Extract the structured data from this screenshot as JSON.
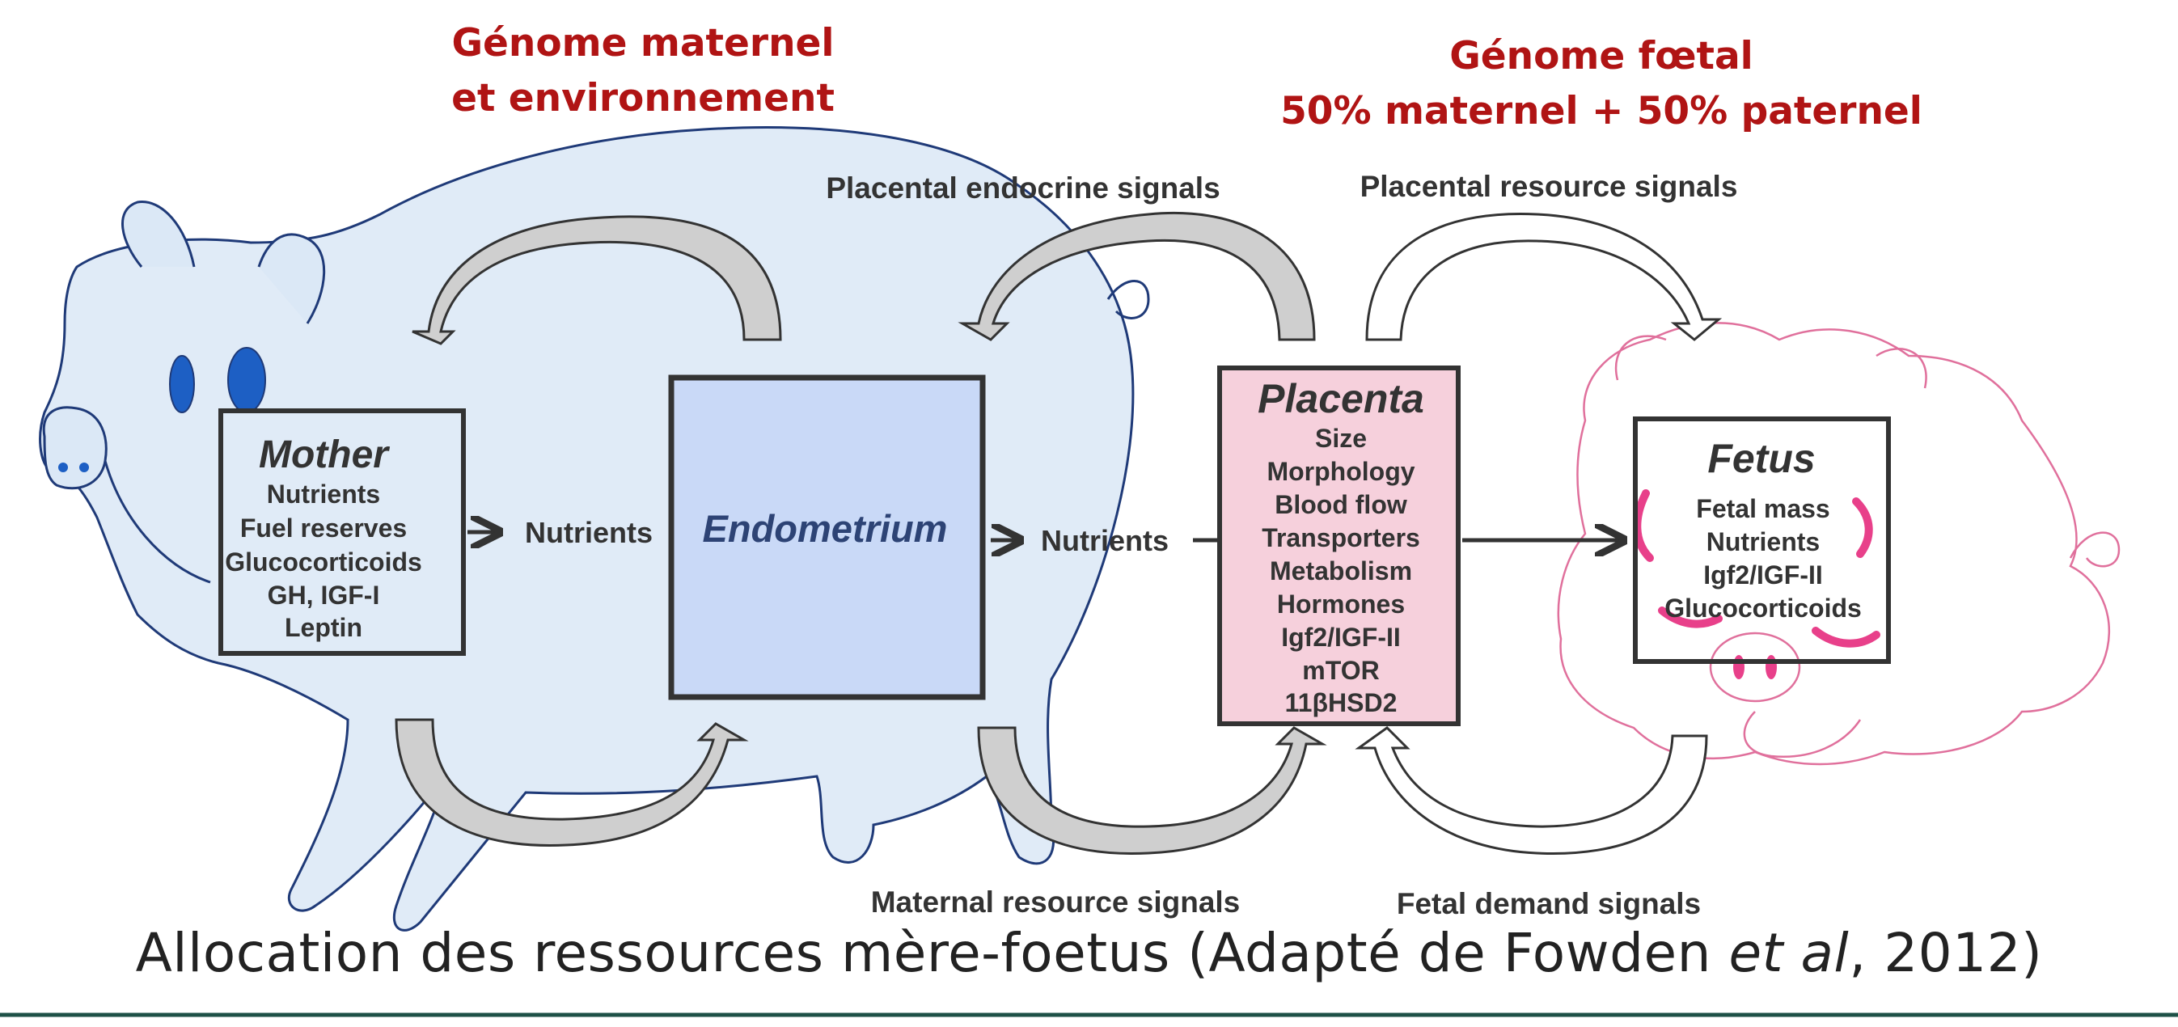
{
  "headings": {
    "maternal": [
      "Génome maternel",
      "et environnement"
    ],
    "fetal": [
      "Génome fœtal",
      "50% maternel + 50% paternel"
    ]
  },
  "signals": {
    "placental_endocrine": "Placental endocrine signals",
    "placental_resource": "Placental resource signals",
    "maternal_resource": "Maternal resource signals",
    "fetal_demand": "Fetal demand signals"
  },
  "boxes": {
    "mother": {
      "title": "Mother",
      "items": [
        "Nutrients",
        "Fuel reserves",
        "Glucocorticoids",
        "GH, IGF-I",
        "Leptin"
      ]
    },
    "endometrium": {
      "title": "Endometrium"
    },
    "placenta": {
      "title": "Placenta",
      "items": [
        "Size",
        "Morphology",
        "Blood flow",
        "Transporters",
        "Metabolism",
        "Hormones",
        "Igf2/IGF-II",
        "mTOR",
        "11βHSD2"
      ]
    },
    "fetus": {
      "title": "Fetus",
      "items": [
        "Fetal mass",
        "Nutrients",
        "Igf2/IGF-II",
        "Glucocorticoids"
      ]
    }
  },
  "flow_labels": {
    "nutrients_1": "Nutrients",
    "nutrients_2": "Nutrients"
  },
  "caption": {
    "before": "Allocation des ressources mère-foetus (Adapté de Fowden ",
    "italic": "et al",
    "after": ", 2012)"
  },
  "colors": {
    "heading_red": "#b01414",
    "mother_pig_fill": "#dbe8f6",
    "mother_pig_stroke": "#1f3a78",
    "pig_eye": "#1d5fc4",
    "endometrium_fill": "#c9d9f7",
    "placenta_fill": "#f6d0dc",
    "fetal_pig_stroke": "#e0709c",
    "fetal_pig_accent": "#e8408a",
    "arrow_fill": "#cfcfcf",
    "divider": "#1e5147"
  }
}
